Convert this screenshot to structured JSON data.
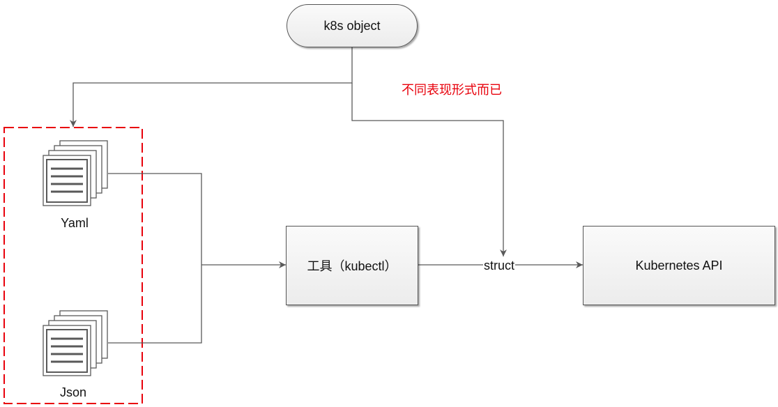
{
  "nodes": {
    "object": "k8s object",
    "tool": "工具（kubectl）",
    "api": "Kubernetes API"
  },
  "documents": {
    "yaml": "Yaml",
    "json": "Json"
  },
  "annotation": "不同表现形式而已",
  "edge_label": "struct",
  "colors": {
    "line": "#595959",
    "group_border": "#e8000b",
    "annotation": "#e8000b",
    "node_fill": "#f2f2f2"
  },
  "icons": [
    "document-stack-icon",
    "document-stack-icon"
  ]
}
